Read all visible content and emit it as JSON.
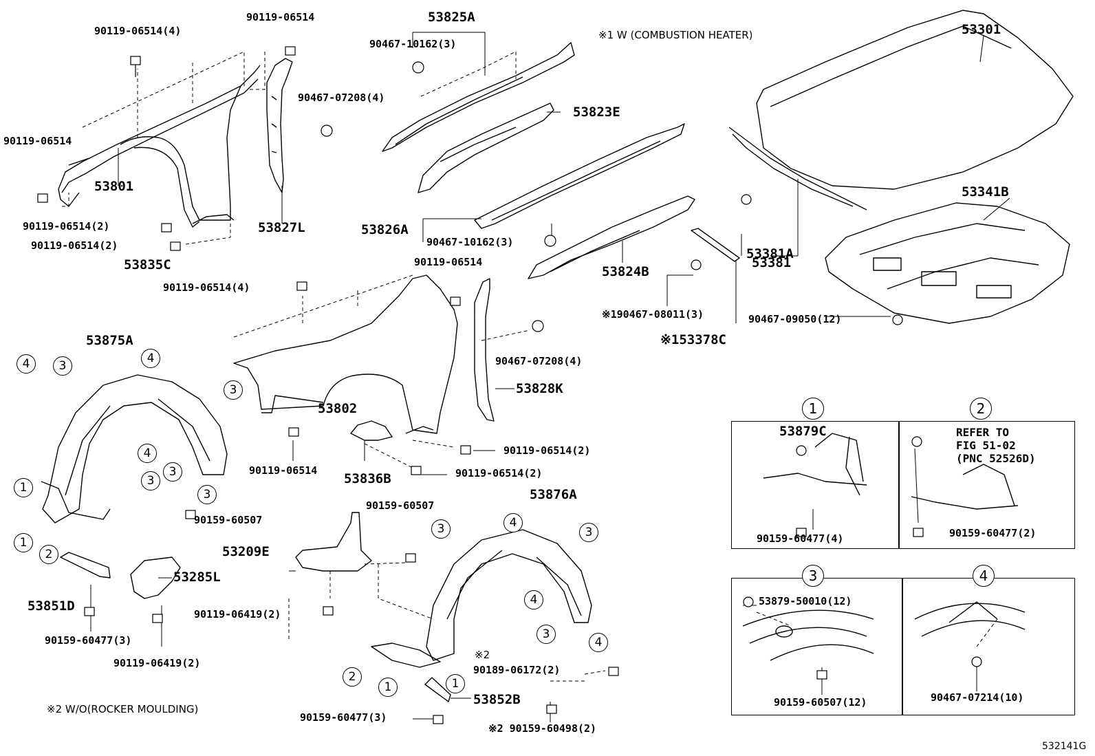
{
  "notes": {
    "combustion_heater": "※1 W (COMBUSTION HEATER)",
    "rocker_moulding": "※2 W/O(ROCKER MOULDING)",
    "figure_code": "532141G"
  },
  "parts": {
    "p_90119_06514_4_top": "90119-06514(4)",
    "p_90119_06514_top": "90119-06514",
    "p_53825A": "53825A",
    "p_90467_10162_3_top": "90467-10162(3)",
    "p_53301": "53301",
    "p_90467_07208_4_top": "90467-07208(4)",
    "p_90119_06514_left": "90119-06514",
    "p_53823E": "53823E",
    "p_53801": "53801",
    "p_53827L": "53827L",
    "p_53341B": "53341B",
    "p_90119_06514_2_a": "90119-06514(2)",
    "p_90119_06514_2_b": "90119-06514(2)",
    "p_53826A": "53826A",
    "p_90467_10162_3_mid": "90467-10162(3)",
    "p_53381A": "53381A",
    "p_53381": "53381",
    "p_53835C": "53835C",
    "p_90119_06514_mid": "90119-06514",
    "p_53824B": "53824B",
    "p_90119_06514_4_mid": "90119-06514(4)",
    "p_90467_08011_3": "※190467-08011(3)",
    "p_90467_09050_12": "90467-09050(12)",
    "p_53378C": "※153378C",
    "p_53875A": "53875A",
    "p_90467_07208_4_mid": "90467-07208(4)",
    "p_53828K": "53828K",
    "p_53802": "53802",
    "p_90119_06514_2_c": "90119-06514(2)",
    "p_90119_06514_bot": "90119-06514",
    "p_90119_06514_2_d": "90119-06514(2)",
    "p_53836B": "53836B",
    "p_90159_60507_a": "90159-60507",
    "p_90159_60507_b": "90159-60507",
    "p_53876A": "53876A",
    "p_53209E": "53209E",
    "p_53285L": "53285L",
    "p_53851D": "53851D",
    "p_90119_06419_2_a": "90119-06419(2)",
    "p_90159_60477_3_a": "90159-60477(3)",
    "p_90119_06419_2_b": "90119-06419(2)",
    "p_2_mark": "※2",
    "p_90189_06172_2": "90189-06172(2)",
    "p_53852B": "53852B",
    "p_90159_60477_3_b": "90159-60477(3)",
    "p_90159_60498_2": "※2 90159-60498(2)"
  },
  "details": {
    "d1": {
      "number": "1",
      "part": "53879C",
      "fastener": "90159-60477(4)"
    },
    "d2": {
      "number": "2",
      "ref1": "REFER TO",
      "ref2": "FIG 51-02",
      "ref3": "(PNC 52526D)",
      "fastener": "90159-60477(2)"
    },
    "d3": {
      "number": "3",
      "part": "53879-50010(12)",
      "fastener": "90159-60507(12)"
    },
    "d4": {
      "number": "4",
      "fastener": "90467-07214(10)"
    }
  },
  "callouts": {
    "c1": "1",
    "c2": "2",
    "c3": "3",
    "c4": "4"
  }
}
